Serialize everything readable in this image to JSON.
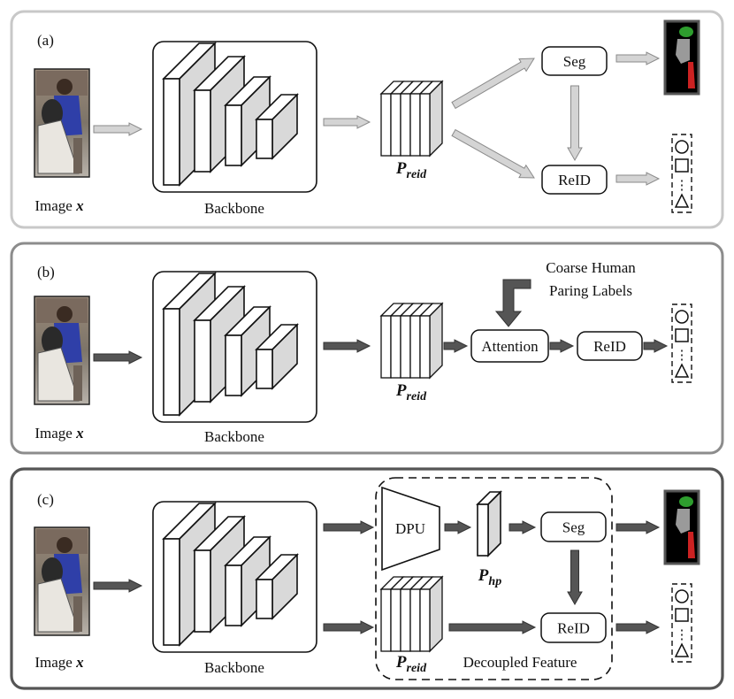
{
  "colors": {
    "panel_a_border": "#c8c8c8",
    "panel_b_border": "#8c8c8c",
    "panel_c_border": "#555555",
    "arrow_light": "#d4d4d4",
    "arrow_dark": "#555555",
    "block_side": "#d9d9d9",
    "seg_green": "#2e9e2e",
    "seg_red": "#cc2222"
  },
  "panels": [
    {
      "id": "a",
      "tag": "(a)",
      "image_label": "Image",
      "image_var": "x",
      "backbone_label": "Backbone",
      "feature_label": "P",
      "feature_sub": "reid",
      "seg_label": "Seg",
      "reid_label": "ReID",
      "shape_dots": "⋮"
    },
    {
      "id": "b",
      "tag": "(b)",
      "image_label": "Image",
      "image_var": "x",
      "backbone_label": "Backbone",
      "feature_label": "P",
      "feature_sub": "reid",
      "attention_label": "Attention",
      "reid_label": "ReID",
      "labels_line1": "Coarse Human",
      "labels_line2": "Paring Labels",
      "shape_dots": "⋮"
    },
    {
      "id": "c",
      "tag": "(c)",
      "image_label": "Image",
      "image_var": "x",
      "backbone_label": "Backbone",
      "dpu_label": "DPU",
      "hp_label": "P",
      "hp_sub": "hp",
      "feature_label": "P",
      "feature_sub": "reid",
      "seg_label": "Seg",
      "reid_label": "ReID",
      "decoupled_label": "Decoupled Feature",
      "shape_dots": "⋮"
    }
  ]
}
